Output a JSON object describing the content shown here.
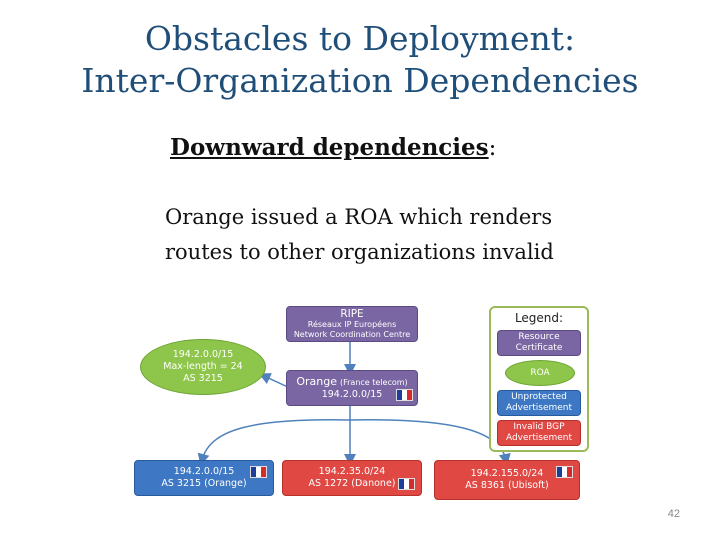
{
  "slide": {
    "title_line1": "Obstacles to Deployment:",
    "title_line2": "Inter-Organization Dependencies",
    "subtitle": "Downward dependencies",
    "subtitle_colon": ":",
    "body_line1": "Orange issued a ROA which renders",
    "body_line2": "routes to other organizations invalid",
    "page_number": "42"
  },
  "diagram": {
    "ripe": {
      "line1": "RIPE",
      "line2": "Réseaux IP Européens",
      "line3": "Network Coordination Centre"
    },
    "roa": {
      "line1": "194.2.0.0/15",
      "line2": "Max-length = 24",
      "line3": "AS 3215"
    },
    "orange": {
      "name": "Orange",
      "detail": "(France telecom)",
      "prefix": "194.2.0.0/15"
    },
    "routes": [
      {
        "prefix": "194.2.0.0/15",
        "as": "AS 3215 (Orange)",
        "status": "unprotected"
      },
      {
        "prefix": "194.2.35.0/24",
        "as": "AS 1272 (Danone)",
        "status": "invalid"
      },
      {
        "prefix": "194.2.155.0/24",
        "as": "AS 8361 (Ubisoft)",
        "status": "invalid"
      }
    ],
    "legend": {
      "title": "Legend:",
      "resource_line1": "Resource",
      "resource_line2": "Certificate",
      "roa": "ROA",
      "unprotected_line1": "Unprotected",
      "unprotected_line2": "Advertisement",
      "invalid_line1": "Invalid BGP",
      "invalid_line2": "Advertisement"
    },
    "colors": {
      "resource_certificate": "#7a66a2",
      "roa": "#8dc64a",
      "unprotected": "#3e78c4",
      "invalid": "#e04844",
      "title": "#1f4e79"
    }
  }
}
